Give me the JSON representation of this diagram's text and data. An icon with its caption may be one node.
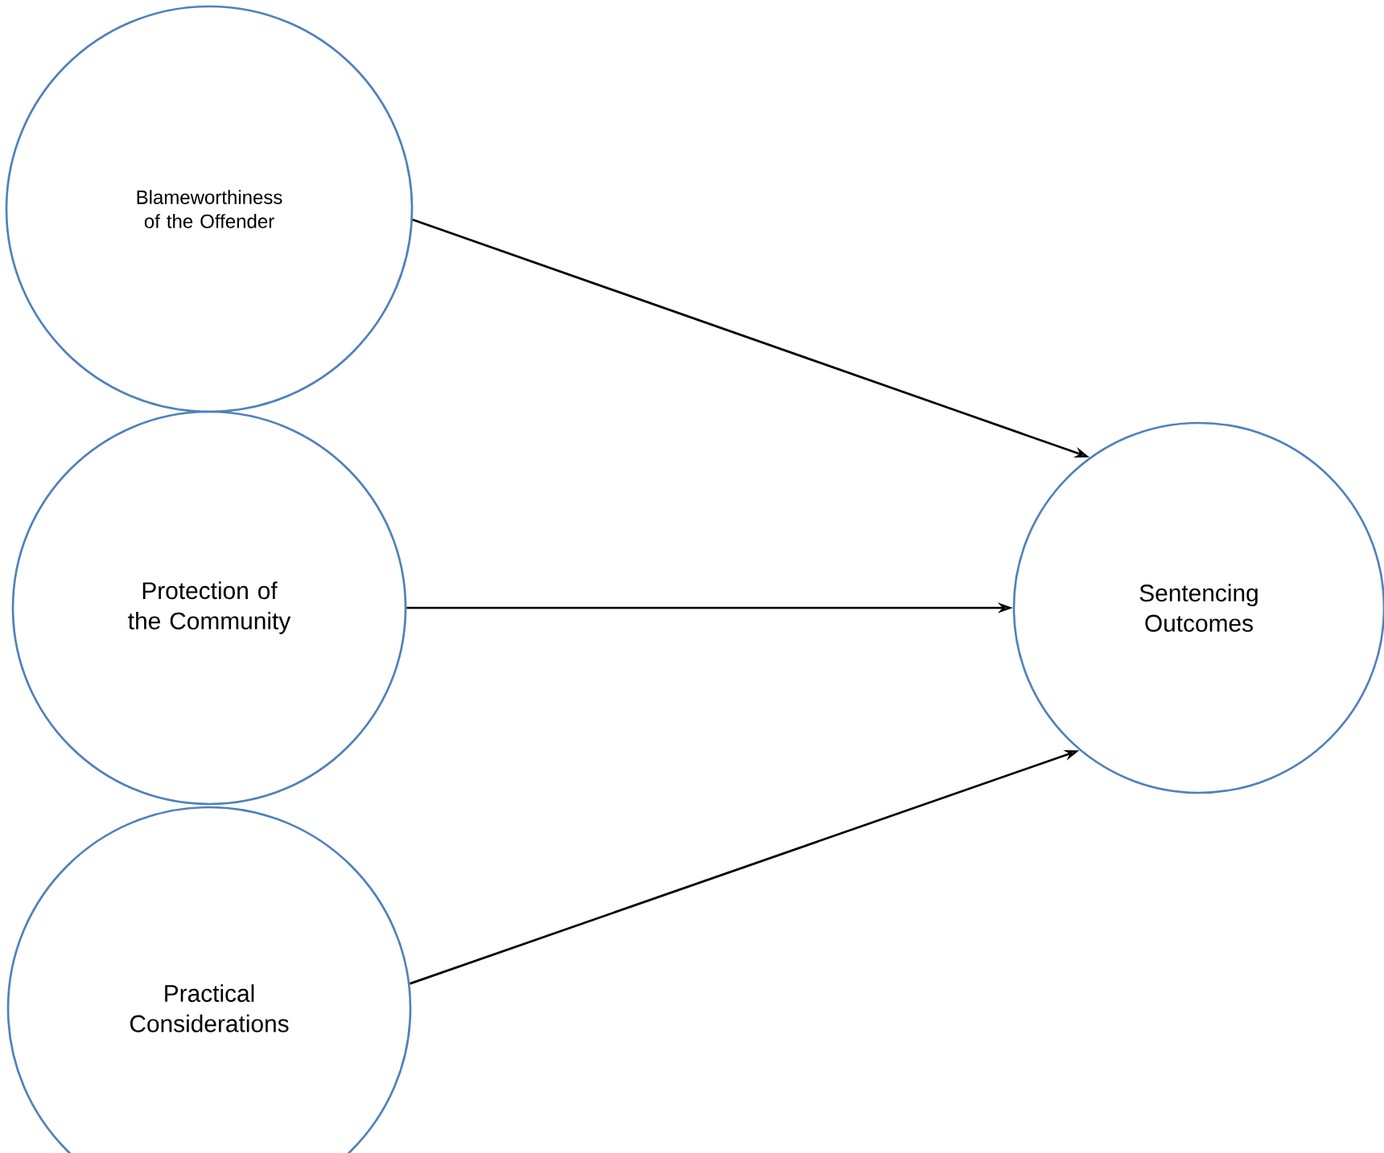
{
  "diagram": {
    "nodes": [
      {
        "text": [
          "Blameworthiness of the Offender"
        ]
      },
      {
        "text": [
          "Protection of the Community"
        ]
      },
      {
        "text": [
          "Practical Considerations"
        ]
      },
      {
        "text": [
          "Sentencing Outcomes"
        ]
      }
    ],
    "edges": [
      {
        "from": 0,
        "to": 3,
        "arrow": "to"
      },
      {
        "from": 1,
        "to": 3,
        "arrow": "to"
      },
      {
        "from": 2,
        "to": 3,
        "arrow": "to"
      }
    ]
  }
}
